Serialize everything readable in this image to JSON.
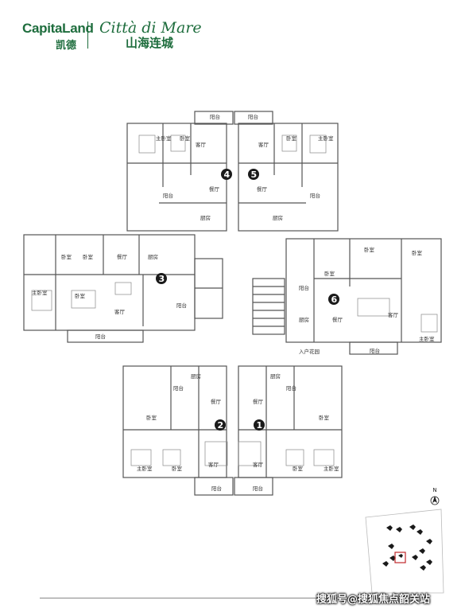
{
  "logos": {
    "capitaland_en": "CapitaLand",
    "capitaland_cn": "凯德",
    "citta": "Città di Mare",
    "shanhai": "山海连城"
  },
  "units": [
    "1",
    "2",
    "3",
    "4",
    "5",
    "6"
  ],
  "rooms": {
    "balcony": "阳台",
    "living": "客厅",
    "dining": "餐厅",
    "kitchen": "厨房",
    "bedroom": "卧室",
    "master_bedroom": "主卧室",
    "entry_garden": "入户花园"
  },
  "north_label": "N",
  "watermark": "搜狐号@搜狐焦点韶关站"
}
